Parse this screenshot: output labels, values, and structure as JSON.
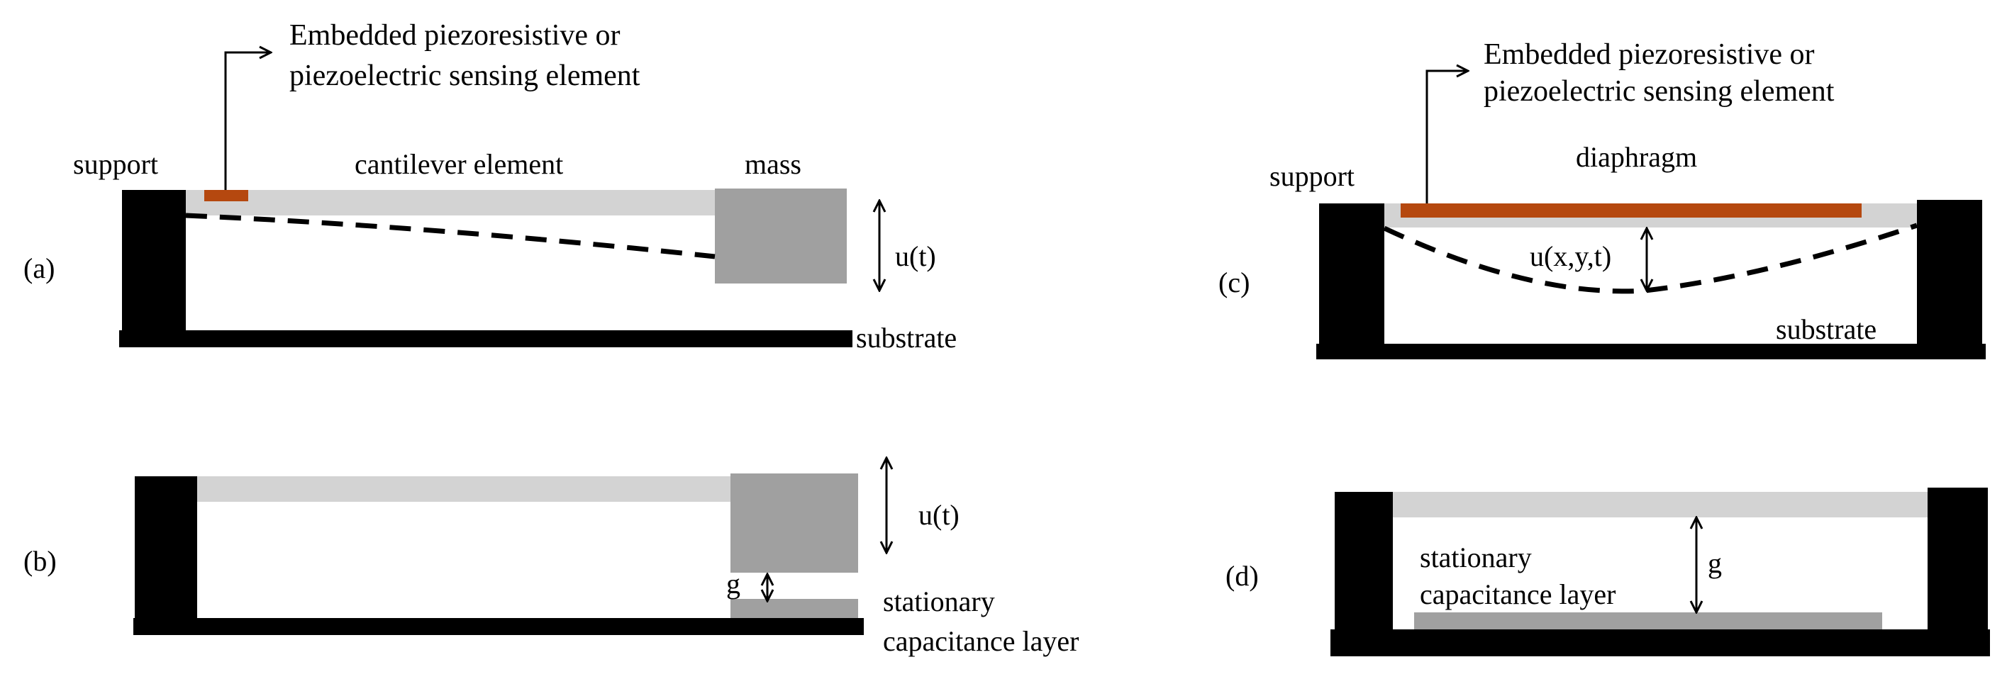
{
  "colors": {
    "support": "#000000",
    "beam": "#d3d3d3",
    "mass": "#a0a0a0",
    "sensor": "#b5480f",
    "stationary_layer": "#a0a0a0",
    "background": "#ffffff"
  },
  "panel_a": {
    "label": "(a)",
    "sensor_label_line1": "Embedded  piezoresistive  or",
    "sensor_label_line2": "piezoelectric  sensing element",
    "support_label": "support",
    "cantilever_label": "cantilever  element",
    "mass_label": "mass",
    "displacement_label": "u(t)",
    "substrate_label": "substrate"
  },
  "panel_b": {
    "label": "(b)",
    "displacement_label": "u(t)",
    "gap_label": "g",
    "layer_label_line1": "stationary",
    "layer_label_line2": "capacitance  layer"
  },
  "panel_c": {
    "label": "(c)",
    "sensor_label_line1": "Embedded  piezoresistive  or",
    "sensor_label_line2": "piezoelectric  sensing element",
    "support_label": "support",
    "diaphragm_label": "diaphragm",
    "displacement_label": "u(x,y,t)",
    "substrate_label": "substrate"
  },
  "panel_d": {
    "label": "(d)",
    "gap_label": "g",
    "layer_label_line1": "stationary",
    "layer_label_line2": "capacitance  layer"
  }
}
